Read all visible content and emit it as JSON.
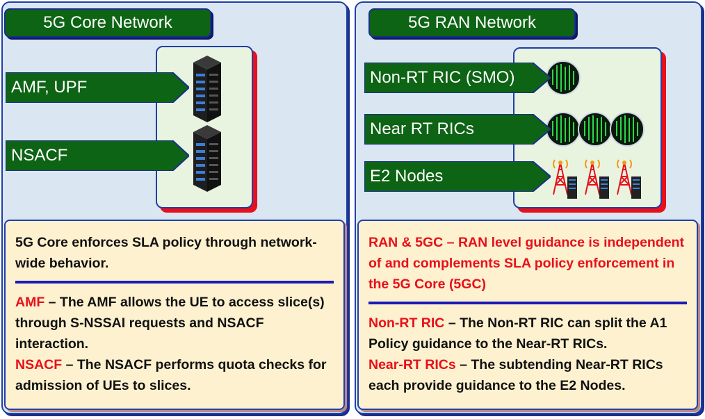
{
  "core": {
    "title": "5G Core Network",
    "labels": [
      "AMF, UPF",
      "NSACF"
    ],
    "intro": "5G Core enforces SLA policy through network-wide behavior.",
    "items": [
      {
        "term": "AMF",
        "text": " – The AMF allows the UE to access slice(s) through S-NSSAI requests and NSACF interaction."
      },
      {
        "term": "NSACF",
        "text": " – The NSACF performs quota checks for admission of UEs to slices."
      }
    ]
  },
  "ran": {
    "title": "5G RAN Network",
    "labels": [
      "Non-RT RIC (SMO)",
      "Near RT RICs",
      "E2 Nodes"
    ],
    "intro_term": "RAN & 5GC",
    "intro_text": " – RAN level guidance is independent of and complements SLA policy enforcement in the 5G Core (5GC)",
    "items": [
      {
        "term": "Non-RT RIC",
        "text": " – The Non-RT RIC can split the A1 Policy guidance to the Near-RT RICs."
      },
      {
        "term": "Near-RT RICs",
        "text": " – The subtending Near-RT RICs each provide guidance to the E2 Nodes."
      }
    ]
  },
  "colors": {
    "panel_bg": "#dbe6f3",
    "tab_green": "#0d6414",
    "accent_red": "#e8101a",
    "note_bg": "#fdf1cf",
    "border_blue": "#1f3fa8"
  },
  "icons": [
    "server-rack-icon",
    "matrix-sphere-icon",
    "radio-tower-icon"
  ]
}
